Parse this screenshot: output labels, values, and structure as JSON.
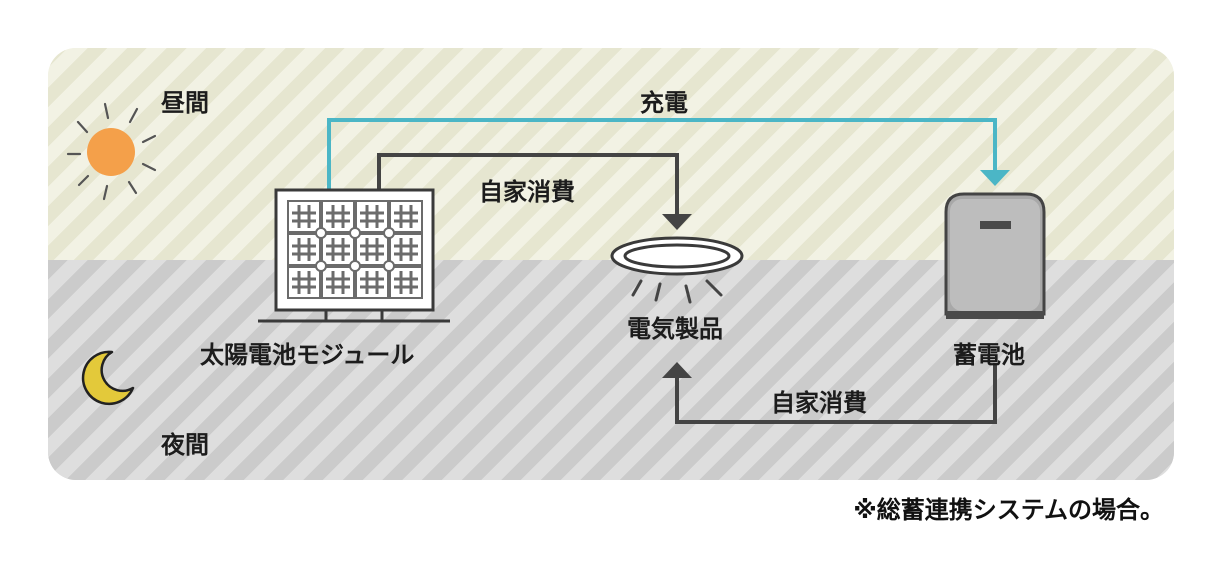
{
  "labels": {
    "daytime": "昼間",
    "nighttime": "夜間",
    "charge": "充電",
    "self_consumption_day": "自家消費",
    "self_consumption_night": "自家消費",
    "solar_module": "太陽電池モジュール",
    "appliance": "電気製品",
    "battery": "蓄電池"
  },
  "footnote": "※総蓄連携システムの場合。",
  "colors": {
    "charge_line": "#4bb6c6",
    "consumption_line": "#444444",
    "sun": "#f4a04a",
    "moon": "#e3c93a",
    "day_band": "#f2f2e4",
    "night_band": "#d8d8d8"
  },
  "icons": [
    "sun-icon",
    "moon-icon",
    "solar-panel-icon",
    "ceiling-light-icon",
    "battery-icon"
  ]
}
